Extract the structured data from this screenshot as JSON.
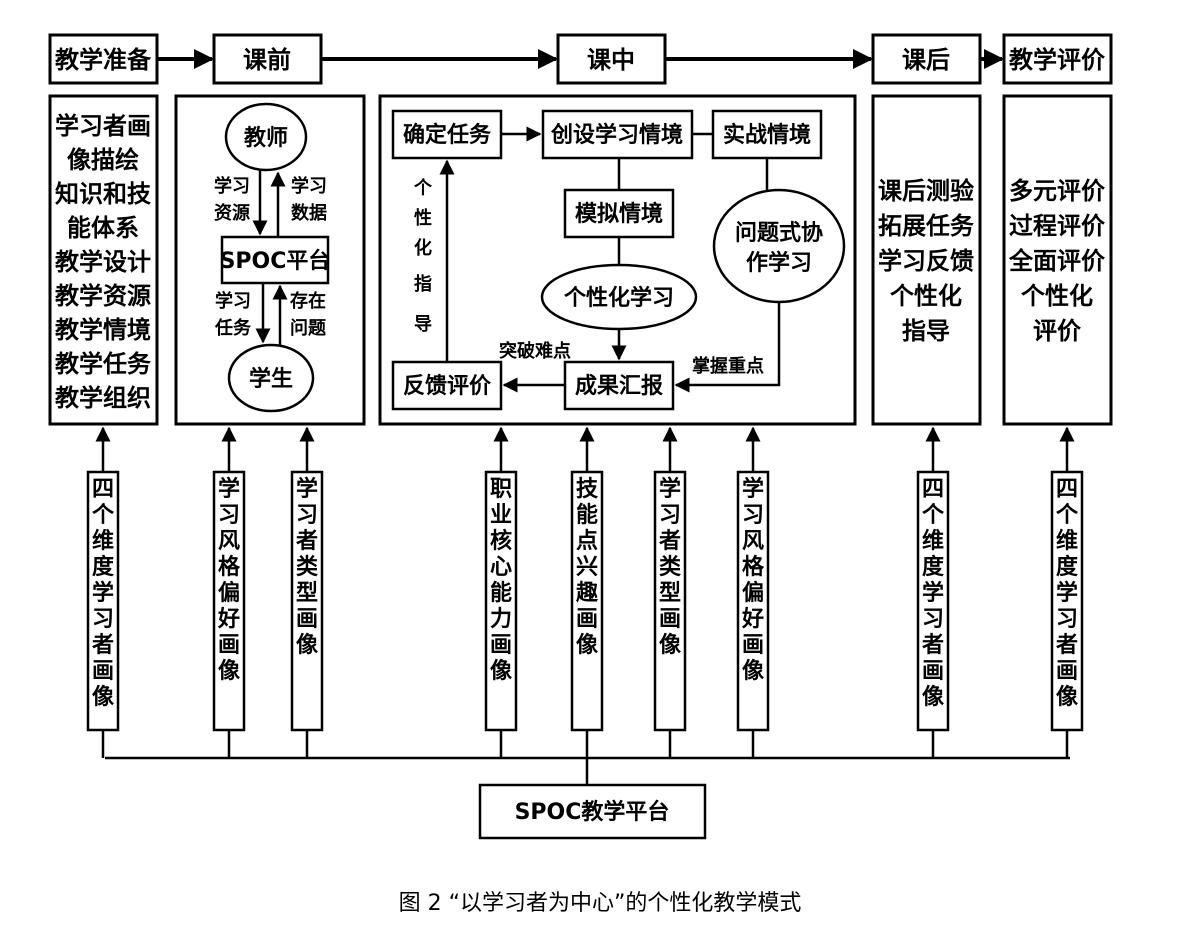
{
  "phases": [
    "教学准备",
    "课前",
    "课中",
    "课后",
    "教学评价"
  ],
  "prep_items": [
    "学习者画",
    "像描绘",
    "知识和技",
    "能体系",
    "教学设计",
    "教学资源",
    "教学情境",
    "教学任务",
    "教学组织"
  ],
  "pre_class": {
    "teacher": "教师",
    "platform": "SPOC平台",
    "student": "学生",
    "label_learning_resources": [
      "学习",
      "资源"
    ],
    "label_learning_data": [
      "学习",
      "数据"
    ],
    "label_learning_tasks": [
      "学习",
      "任务"
    ],
    "label_existing_problems": [
      "存在",
      "问题"
    ]
  },
  "in_class": {
    "define_task": "确定任务",
    "create_scenario": "创设学习情境",
    "real_scenario": "实战情境",
    "simulated_scenario": "模拟情境",
    "personalized_learning": "个性化学习",
    "problem_collab": [
      "问题式协",
      "作学习"
    ],
    "feedback_eval": "反馈评价",
    "results_report": "成果汇报",
    "personalized_guidance_vertical": [
      "个",
      "性",
      "化",
      "指",
      "导"
    ],
    "breakthrough": "突破难点",
    "master_key": "掌握重点"
  },
  "after_class_items": [
    "课后测验",
    "拓展任务",
    "学习反馈",
    "个性化",
    "指导"
  ],
  "evaluation_items": [
    "多元评价",
    "过程评价",
    "全面评价",
    "个性化",
    "评价"
  ],
  "portraits": [
    "四个维度学习者画像",
    "学习风格偏好画像",
    "学习者类型画像",
    "职业核心能力画像",
    "技能点兴趣画像",
    "学习者类型画像",
    "学习风格偏好画像",
    "四个维度学习者画像",
    "四个维度学习者画像"
  ],
  "platform_bottom": "SPOC教学平台",
  "caption": "图 2 “以学习者为中心”的个性化教学模式"
}
